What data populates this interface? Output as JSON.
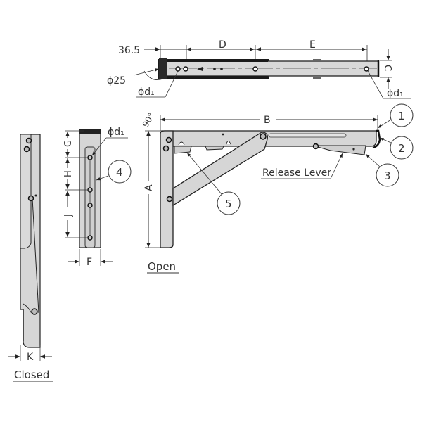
{
  "diagram": {
    "type": "technical-drawing",
    "subject": "Folding shelf bracket",
    "colors": {
      "line": "#333333",
      "metal_fill": "#d8d8d8",
      "background": "#ffffff",
      "dark_edge": "#1a1a1a"
    },
    "top_view": {
      "dim_offset": "36.5",
      "dim_d": "D",
      "dim_e": "E",
      "dim_c": "C",
      "hole_dia_left": "ϕ25",
      "hole_label_left": "ϕd₁",
      "hole_label_right": "ϕd₁"
    },
    "open_view": {
      "angle": "90°",
      "dim_a": "A",
      "dim_b": "B",
      "release_lever_label": "Release Lever",
      "caption": "Open",
      "callouts": [
        "1",
        "2",
        "3",
        "5"
      ]
    },
    "side_view": {
      "dim_g": "G",
      "dim_h": "H",
      "dim_j": "J",
      "dim_f": "F",
      "hole_label": "ϕd₁",
      "callout": "4"
    },
    "closed_view": {
      "dim_k": "K",
      "caption": "Closed"
    }
  }
}
